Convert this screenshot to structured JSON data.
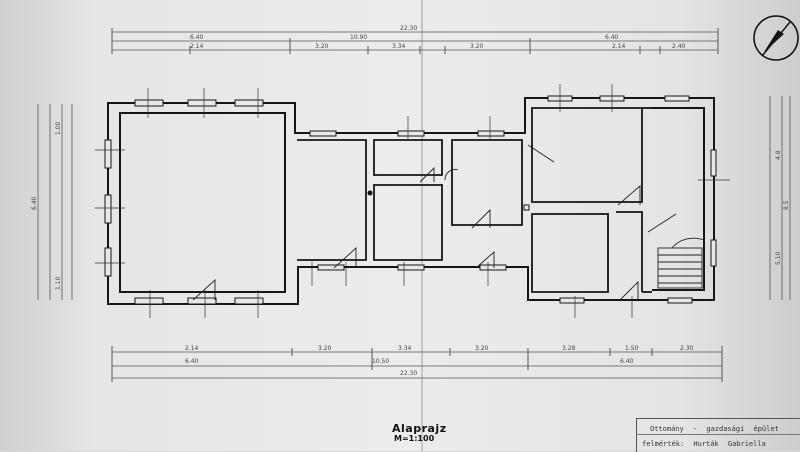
{
  "drawing": {
    "title": "Alaprajz",
    "scale": "M=1:100",
    "building": "Ottomány - gazdasági épület",
    "surveyor": "felmérték: Hurták Gabriella"
  },
  "dims_top": {
    "overall": "22.30",
    "row2": [
      "6.40",
      "10.90",
      "6.40"
    ],
    "row3": [
      "2.14",
      "3.20",
      "3.34",
      "3.20",
      "2.14",
      "2.40"
    ]
  },
  "dims_bottom": {
    "row1": [
      "2.14",
      "3.20",
      "3.34",
      "3.20",
      "3.28",
      "1.50",
      "2.30"
    ],
    "row2": [
      "6.40",
      "10.50",
      "6.40"
    ],
    "overall": "22.30"
  },
  "dims_side": {
    "left": [
      "6.40",
      "1.00",
      "1.10"
    ],
    "right": [
      "4.8",
      "5.10",
      "8.5"
    ]
  },
  "north_arrow": "north-arrow"
}
